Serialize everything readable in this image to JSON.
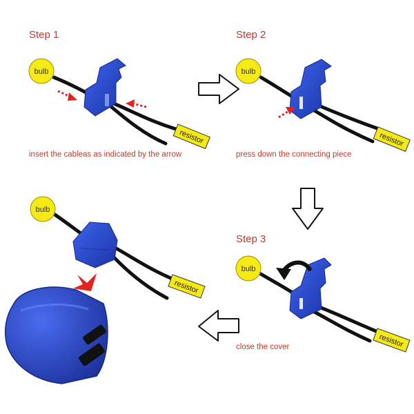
{
  "steps": {
    "step1": {
      "title": "Step 1",
      "caption": "insert the cableas as indicated by the arrow"
    },
    "step2": {
      "title": "Step 2",
      "caption": "press down the connecting piece"
    },
    "step3": {
      "title": "Step 3",
      "caption": "close the cover"
    }
  },
  "labels": {
    "bulb": "bulb",
    "resistor": "resistor"
  },
  "colors": {
    "accent_text": "#c0392b",
    "connector_blue": "#2a4fd6",
    "connector_dark": "#1a33a8",
    "bulb_yellow": "#f5ea14",
    "wire": "#111111",
    "arrow_red": "#e32222"
  },
  "icons": {
    "flow_right": "arrow-right-icon",
    "flow_down": "arrow-down-icon",
    "flow_left": "arrow-left-icon",
    "insert": "red-dashed-arrow-icon",
    "close_cover": "curved-arrow-icon"
  }
}
